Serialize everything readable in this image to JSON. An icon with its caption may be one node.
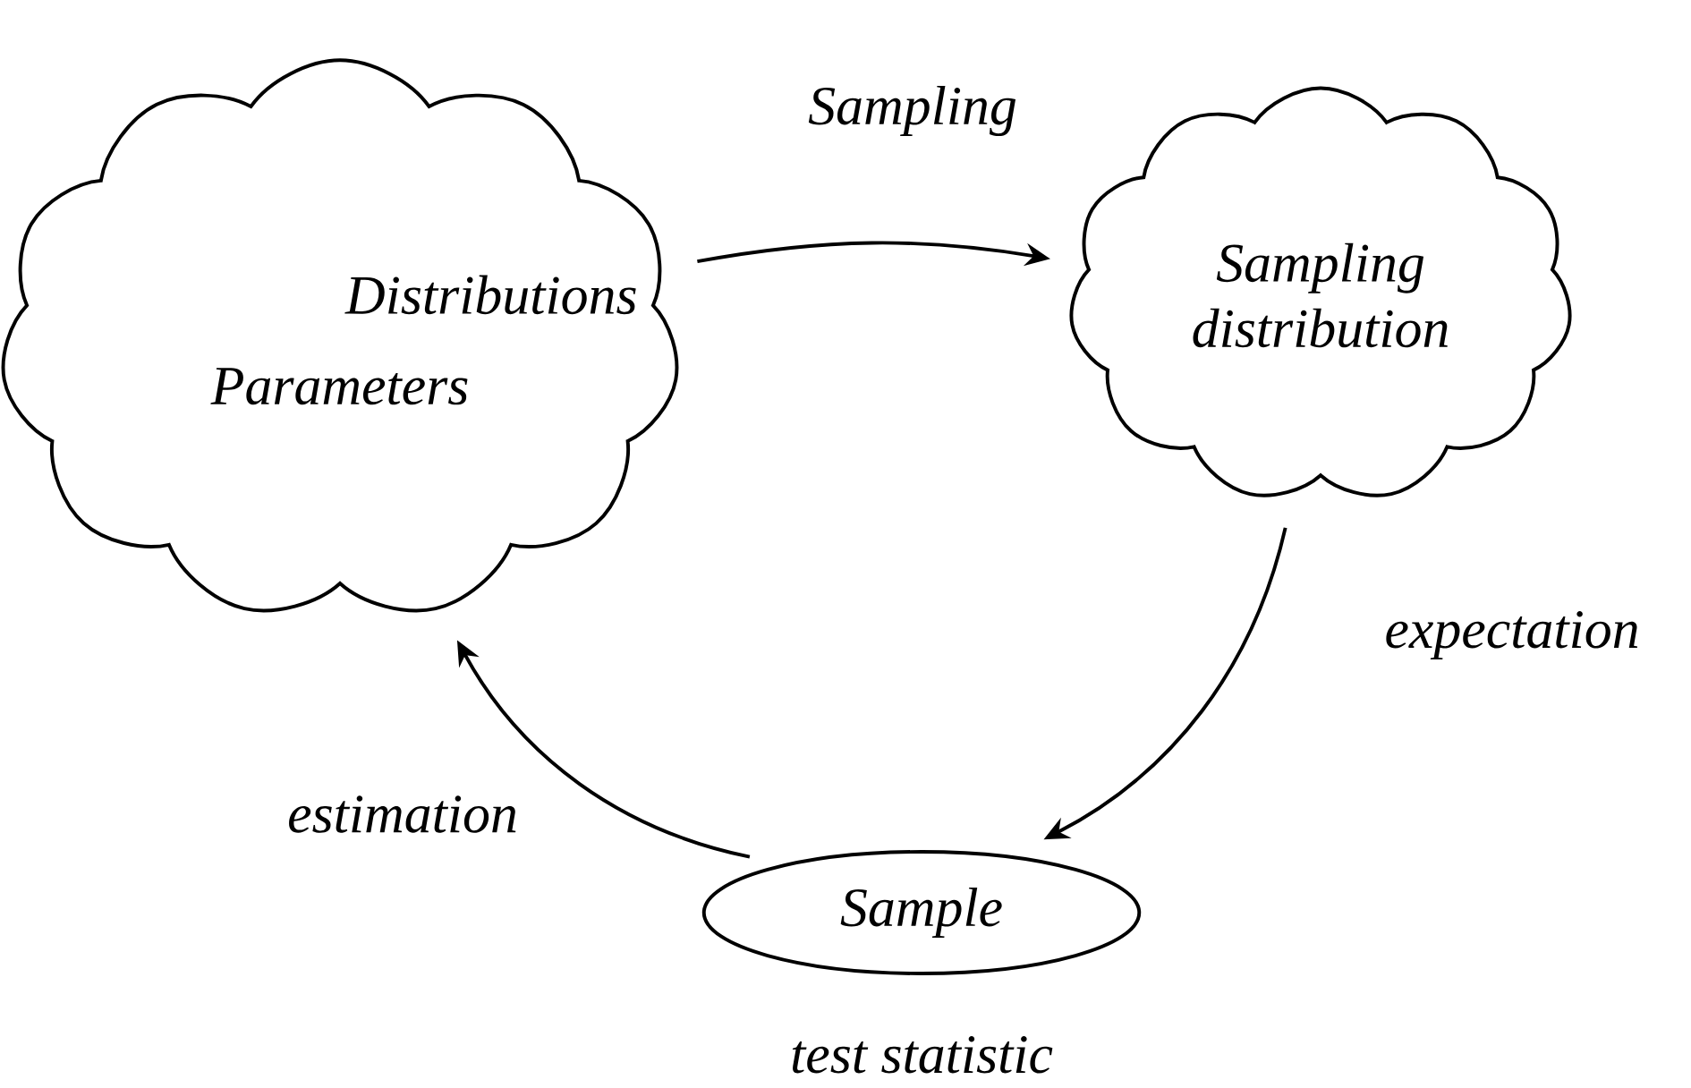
{
  "diagram": {
    "nodes": [
      {
        "text": [
          "Distributions",
          "Parameters"
        ]
      },
      {
        "text": [
          "Sampling distribution"
        ]
      },
      {
        "text": [
          "Sample"
        ],
        "beside": [
          "test statistic"
        ]
      }
    ],
    "edges": [
      {
        "from": 0,
        "to": 1,
        "arrow": "to",
        "label": "Sampling"
      },
      {
        "from": 1,
        "to": 2,
        "arrow": "to",
        "label": "expectation"
      },
      {
        "from": 2,
        "to": 0,
        "arrow": "to",
        "label": "estimation"
      }
    ]
  }
}
